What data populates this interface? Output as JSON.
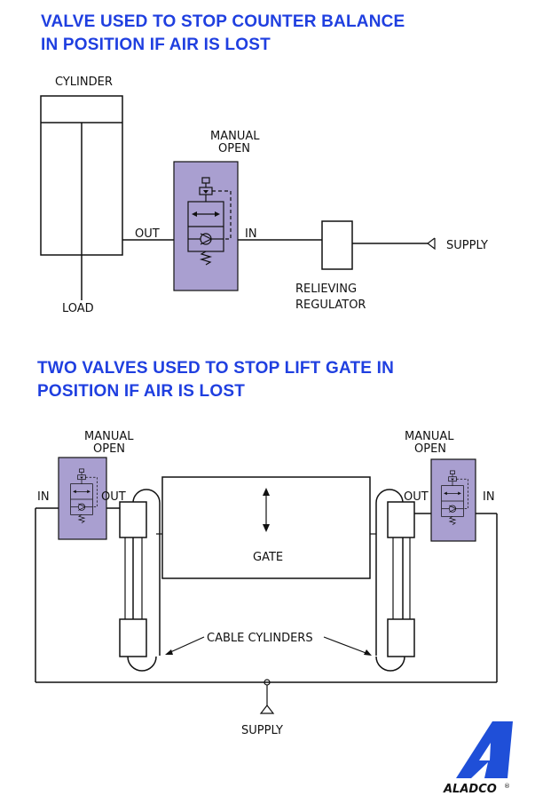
{
  "headings": {
    "top": [
      "VALVE USED TO STOP COUNTER BALANCE",
      "IN POSITION IF AIR IS LOST"
    ],
    "bottom": [
      "TWO VALVES USED TO STOP LIFT GATE IN",
      "POSITION IF AIR IS LOST"
    ]
  },
  "top_diagram": {
    "cylinder": "CYLINDER",
    "manual_open": [
      "MANUAL",
      "OPEN"
    ],
    "out": "OUT",
    "in": "IN",
    "supply": "SUPPLY",
    "load": "LOAD",
    "regulator": [
      "RELIEVING",
      "REGULATOR"
    ]
  },
  "bottom_diagram": {
    "manual_open_left": [
      "MANUAL",
      "OPEN"
    ],
    "manual_open_right": [
      "MANUAL",
      "OPEN"
    ],
    "in_left": "IN",
    "out_left": "OUT",
    "out_right": "OUT",
    "in_right": "IN",
    "gate": "GATE",
    "cable_cylinders": "CABLE CYLINDERS",
    "supply": "SUPPLY"
  },
  "logo": {
    "text": "ALADCO",
    "mark": "®"
  },
  "colors": {
    "heading": "#1f3fe0",
    "valve_fill": "#a99fd0",
    "logo": "#1f4fd8"
  }
}
